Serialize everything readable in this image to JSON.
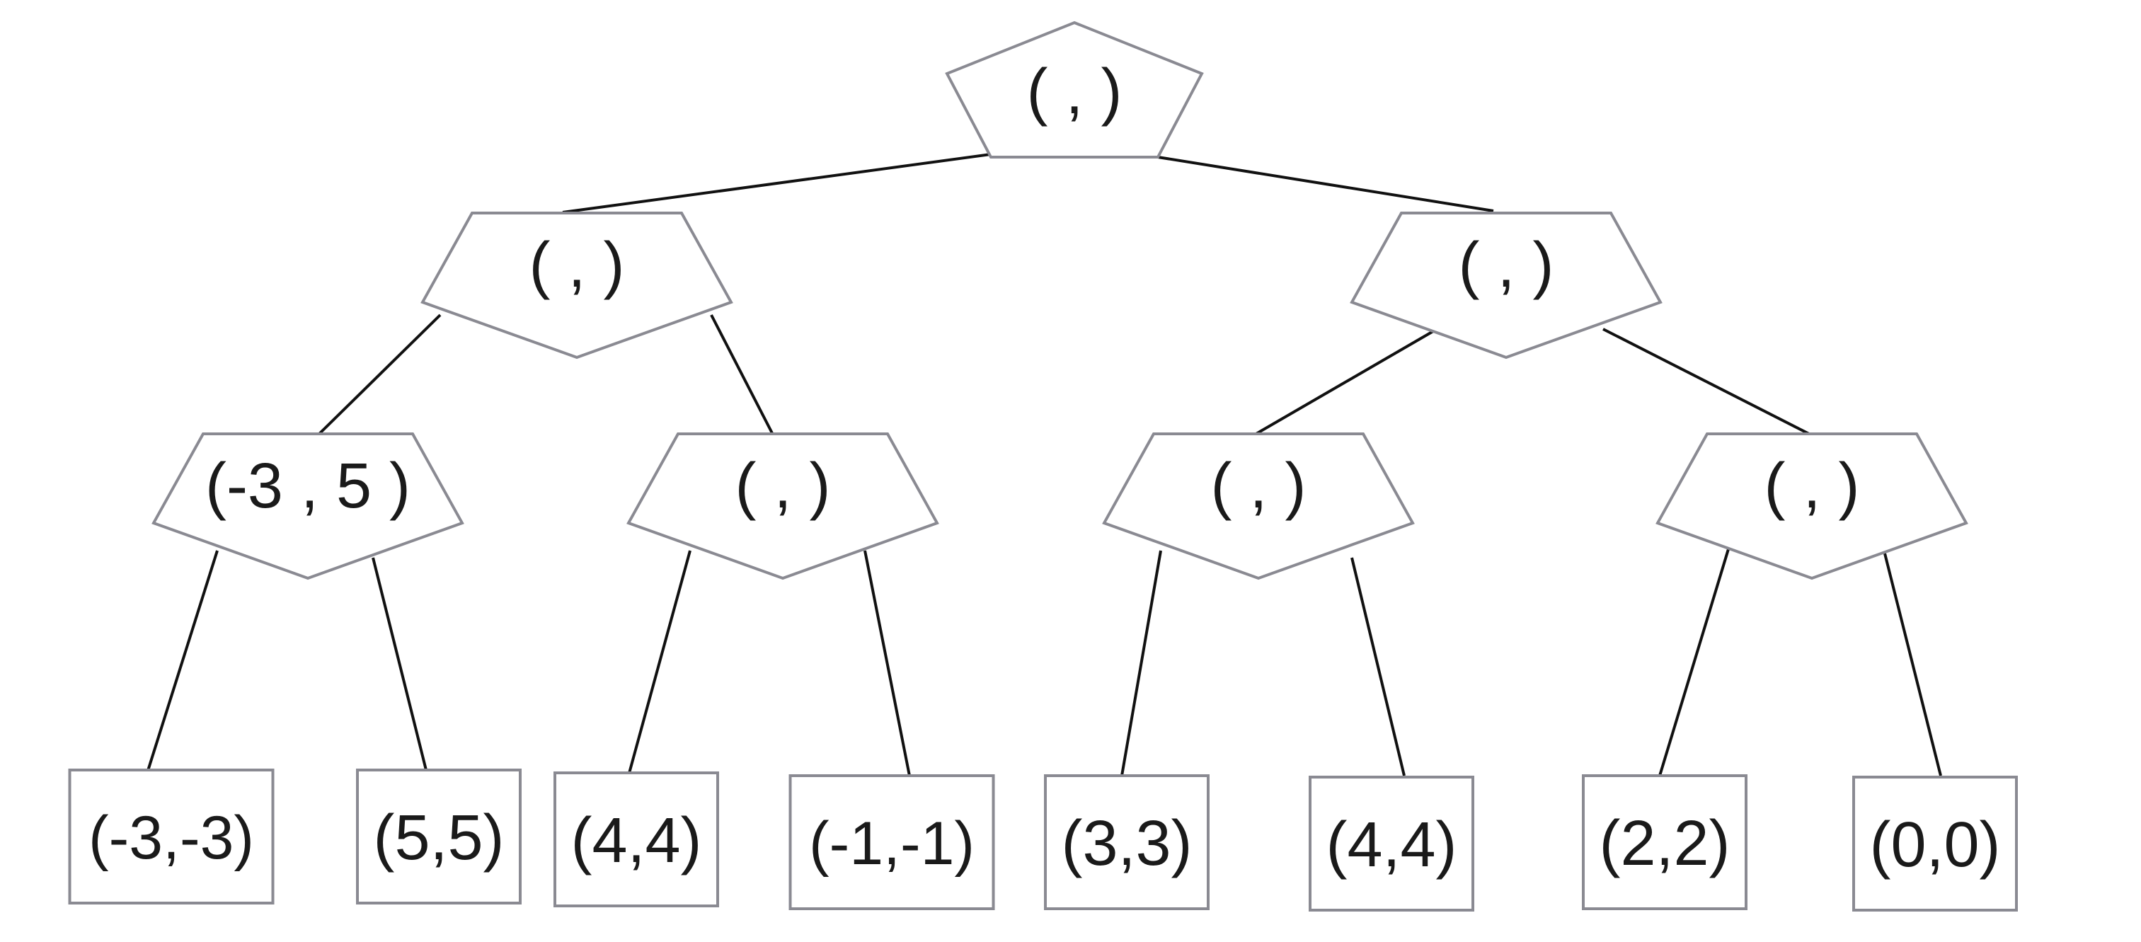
{
  "tree": {
    "internal": [
      {
        "id": "root",
        "label": "(   ,   )",
        "children": [
          "l",
          "r"
        ]
      },
      {
        "id": "l",
        "label": "(    ,    )",
        "children": [
          "ll",
          "lr"
        ]
      },
      {
        "id": "r",
        "label": "(    ,    )",
        "children": [
          "rl",
          "rr"
        ]
      },
      {
        "id": "ll",
        "label": "(-3 , 5 )",
        "children": [
          "leaf1",
          "leaf2"
        ]
      },
      {
        "id": "lr",
        "label": "(    ,    )",
        "children": [
          "leaf3",
          "leaf4"
        ]
      },
      {
        "id": "rl",
        "label": "(    ,    )",
        "children": [
          "leaf5",
          "leaf6"
        ]
      },
      {
        "id": "rr",
        "label": "(    ,    )",
        "children": [
          "leaf7",
          "leaf8"
        ]
      }
    ],
    "leaves": [
      {
        "id": "leaf1",
        "label": "(-3,-3)"
      },
      {
        "id": "leaf2",
        "label": "(5,5)"
      },
      {
        "id": "leaf3",
        "label": "(4,4)"
      },
      {
        "id": "leaf4",
        "label": "(-1,-1)"
      },
      {
        "id": "leaf5",
        "label": "(3,3)"
      },
      {
        "id": "leaf6",
        "label": "(4,4)"
      },
      {
        "id": "leaf7",
        "label": "(2,2)"
      },
      {
        "id": "leaf8",
        "label": "(0,0)"
      }
    ]
  },
  "colors": {
    "edge": "#111111",
    "node_border": "#8a8a92",
    "text": "#1a1a1a"
  }
}
